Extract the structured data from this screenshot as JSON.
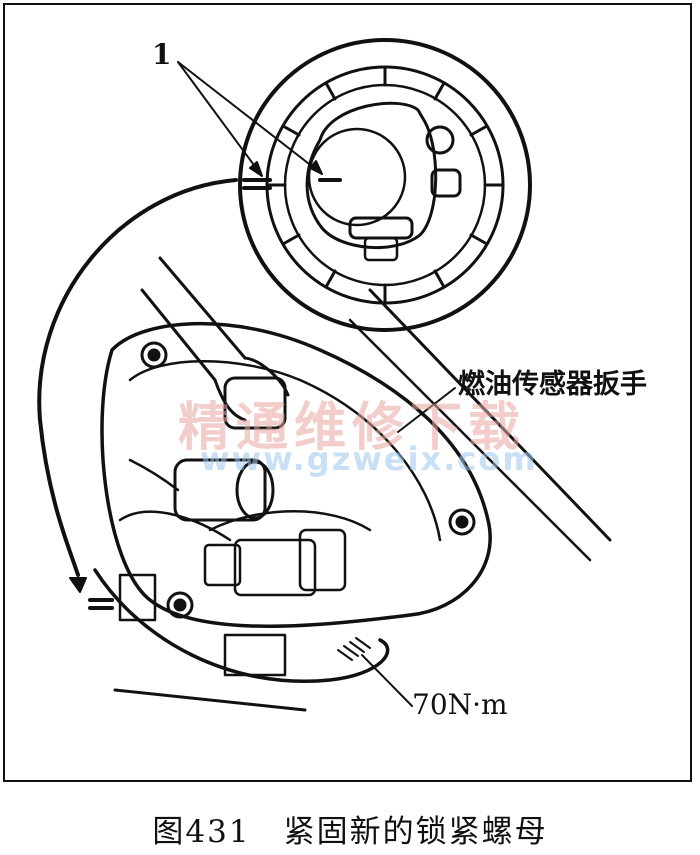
{
  "labels": {
    "part_number": "1",
    "wrench": "燃油传感器扳手",
    "torque": "70N·m"
  },
  "watermark": {
    "text_cn": "精通维修下载",
    "url": "www.gzweix.com",
    "color_cn": "#e8a6a0",
    "color_url": "#9dc6ee"
  },
  "caption": "图431　紧固新的锁紧螺母"
}
